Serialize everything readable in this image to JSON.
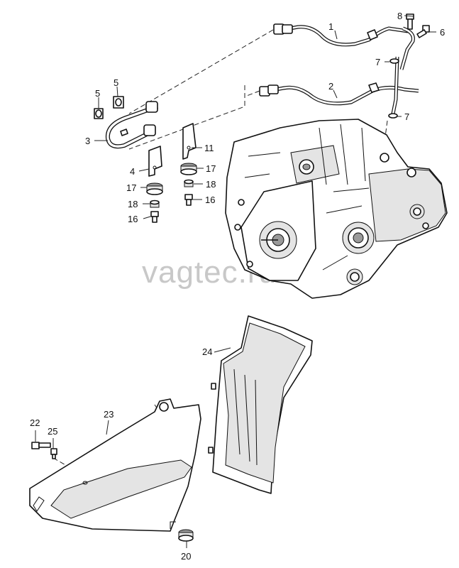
{
  "watermark": "vagtec.ru",
  "callouts": [
    {
      "id": "1",
      "label": "1"
    },
    {
      "id": "2",
      "label": "2"
    },
    {
      "id": "3",
      "label": "3"
    },
    {
      "id": "4",
      "label": "4"
    },
    {
      "id": "5a",
      "label": "5"
    },
    {
      "id": "5b",
      "label": "5"
    },
    {
      "id": "6",
      "label": "6"
    },
    {
      "id": "7a",
      "label": "7"
    },
    {
      "id": "7b",
      "label": "7"
    },
    {
      "id": "8",
      "label": "8"
    },
    {
      "id": "11",
      "label": "11"
    },
    {
      "id": "16a",
      "label": "16"
    },
    {
      "id": "16b",
      "label": "16"
    },
    {
      "id": "17a",
      "label": "17"
    },
    {
      "id": "17b",
      "label": "17"
    },
    {
      "id": "18a",
      "label": "18"
    },
    {
      "id": "18b",
      "label": "18"
    },
    {
      "id": "20",
      "label": "20"
    },
    {
      "id": "22",
      "label": "22"
    },
    {
      "id": "23",
      "label": "23"
    },
    {
      "id": "24",
      "label": "24"
    },
    {
      "id": "25",
      "label": "25"
    }
  ]
}
